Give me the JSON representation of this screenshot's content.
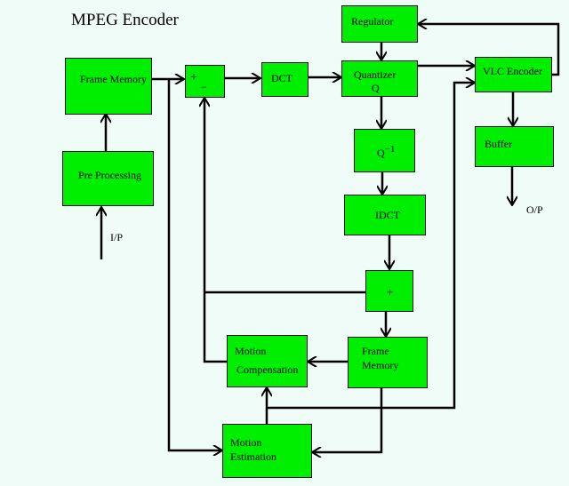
{
  "title": "MPEG Encoder",
  "blocks": {
    "frame_memory_in": "Frame Memory",
    "pre_processing": "Pre Processing",
    "subtractor_plus": "+",
    "subtractor_minus": "−",
    "dct": "DCT",
    "regulator": "Regulator",
    "quantizer_line1": "Quantizer",
    "quantizer_line2": "Q",
    "inverse_q_base": "Q",
    "inverse_q_exp": "−1",
    "idct": "IDCT",
    "adder": "+",
    "frame_memory_loop_line1": "Frame",
    "frame_memory_loop_line2": "Memory",
    "motion_comp_line1": "Motion",
    "motion_comp_line2": "Compensation",
    "motion_est_line1": "Motion",
    "motion_est_line2": "Estimation",
    "vlc_encoder": "VLC Encoder",
    "buffer": "Buffer"
  },
  "labels": {
    "input": "I/P",
    "output": "O/P"
  },
  "colors": {
    "block_fill": "#00ee00",
    "background": "#f0fcf8",
    "line": "#000000"
  }
}
